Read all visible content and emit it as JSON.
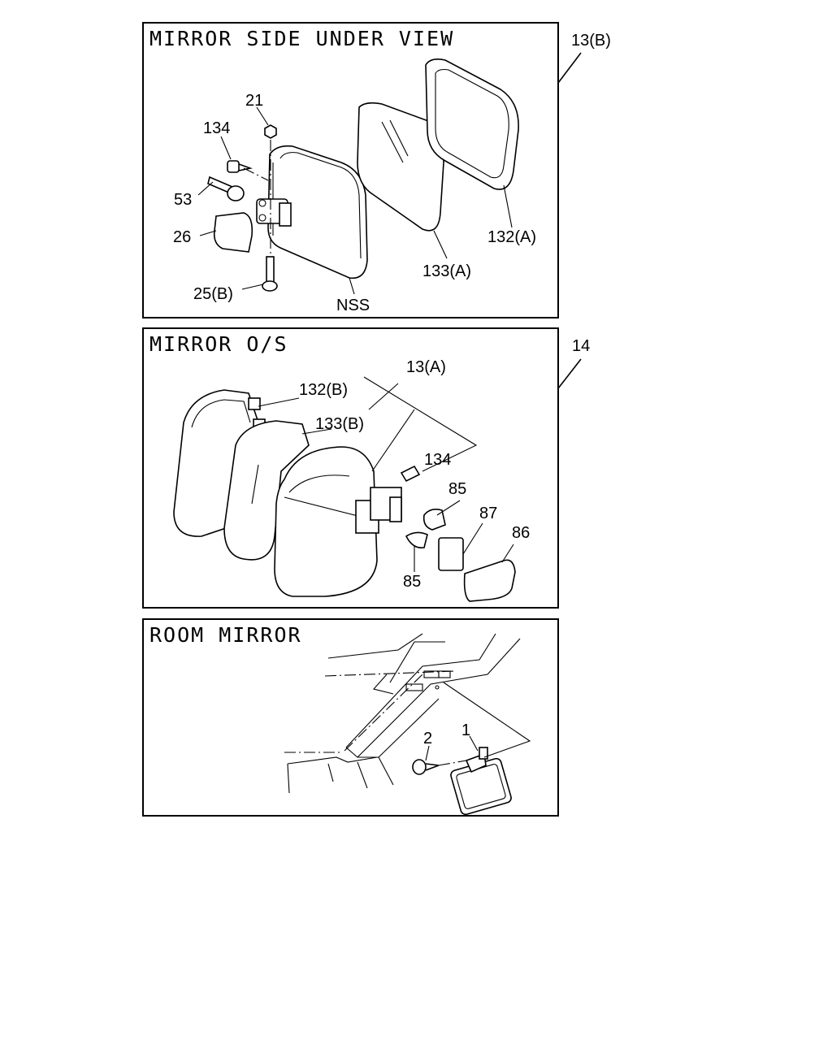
{
  "panels": [
    {
      "title": "MIRROR SIDE UNDER VIEW",
      "ref": "13(B)",
      "callouts": [
        "21",
        "134",
        "53",
        "26",
        "25(B)",
        "NSS",
        "133(A)",
        "132(A)"
      ]
    },
    {
      "title": "MIRROR O/S",
      "ref": "14",
      "callouts": [
        "13(A)",
        "132(B)",
        "133(B)",
        "134",
        "85",
        "87",
        "86",
        "85"
      ]
    },
    {
      "title": "ROOM MIRROR",
      "callouts": [
        "2",
        "1"
      ]
    }
  ]
}
